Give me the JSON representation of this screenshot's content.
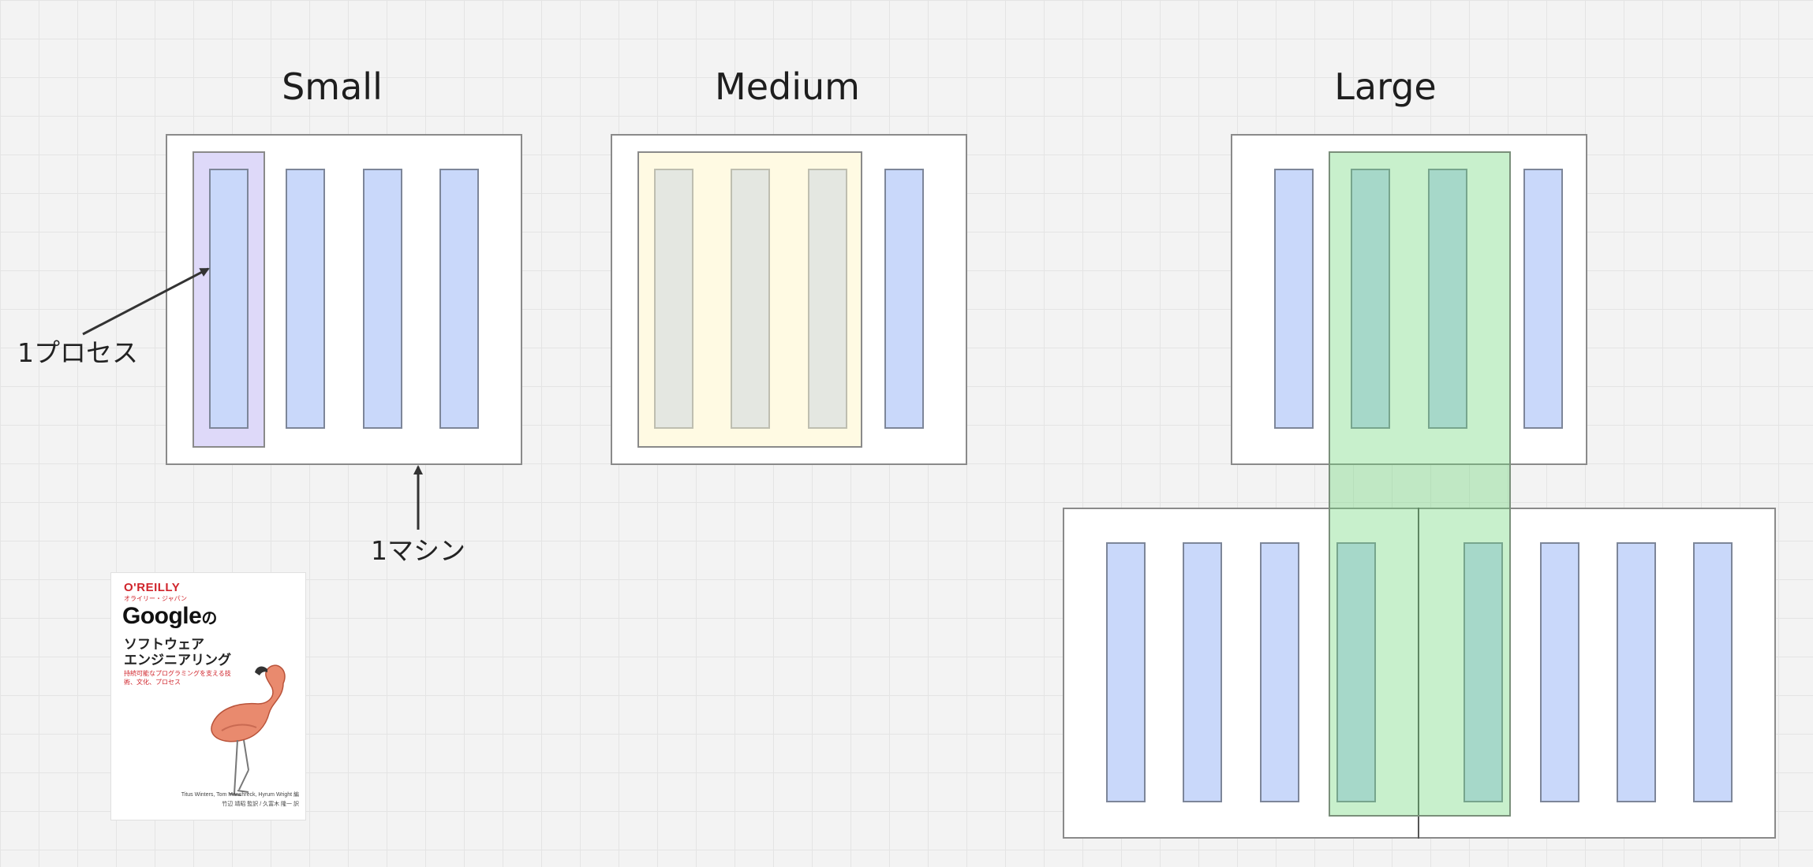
{
  "titles": {
    "small": "Small",
    "medium": "Medium",
    "large": "Large"
  },
  "annotations": {
    "process": "1プロセス",
    "machine": "1マシン"
  },
  "book": {
    "publisher": "O'REILLY",
    "publisher_sub": "オライリー・ジャパン",
    "title_main": "Google",
    "title_no": "の",
    "subtitle_line1": "ソフトウェア",
    "subtitle_line2": "エンジニアリング",
    "description": "持続可能なプログラミングを支える技術、文化、プロセス",
    "authors": "Titus Winters, Tom Manshreck, Hyrum Wright 編",
    "translators": "竹辺 靖昭 監訳 / 久富木 隆一 訳"
  },
  "colors": {
    "process_fill": "#c9d8fa",
    "small_group": "#aca0f0",
    "medium_group": "#fff6c8",
    "large_group": "#6ed778",
    "arrow": "#333333"
  }
}
